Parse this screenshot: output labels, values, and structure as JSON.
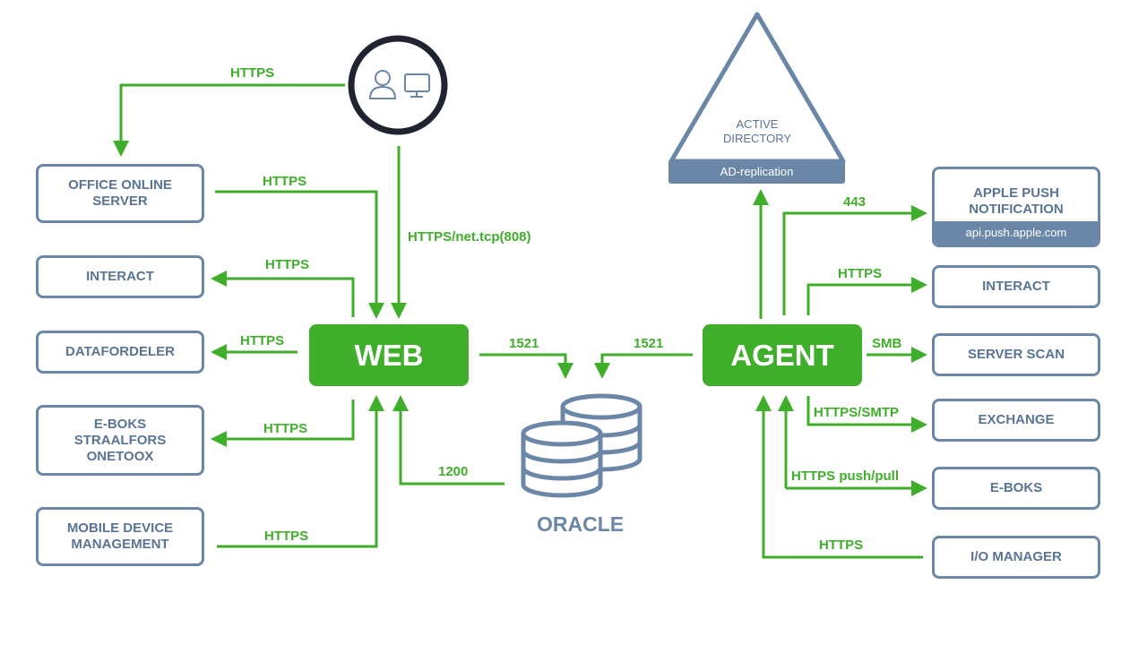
{
  "colors": {
    "accent_green": "#3fae2a",
    "box_blue": "#6b87a8",
    "text_blue": "#5a7494"
  },
  "client": {
    "person_icon": "person-icon",
    "monitor_icon": "monitor-icon"
  },
  "nodes": {
    "web": "WEB",
    "agent": "AGENT",
    "oracle": "ORACLE"
  },
  "active_directory": {
    "title": "ACTIVE\nDIRECTORY",
    "bar": "AD-replication"
  },
  "left_boxes": {
    "office_online": "OFFICE ONLINE\nSERVER",
    "interact": "INTERACT",
    "datafordeler": "DATAFORDELER",
    "eboks": "E-BOKS\nSTRAALFORS\nONETOOX",
    "mdm": "MOBILE DEVICE\nMANAGEMENT"
  },
  "right_boxes": {
    "apple_push": "APPLE PUSH\nNOTIFICATION",
    "apple_push_bar": "api.push.apple.com",
    "interact": "INTERACT",
    "server_scan": "SERVER SCAN",
    "exchange": "EXCHANGE",
    "eboks": "E-BOKS",
    "io_manager": "I/O MANAGER"
  },
  "labels": {
    "client_to_office": "HTTPS",
    "office_to_web": "HTTPS",
    "client_to_web": "HTTPS/net.tcp(808)",
    "web_to_interact": "HTTPS",
    "web_to_datafordeler": "HTTPS",
    "web_to_eboks": "HTTPS",
    "mdm_to_web": "HTTPS",
    "oracle_to_web": "1200",
    "web_to_oracle": "1521",
    "agent_to_oracle": "1521",
    "agent_to_apple": "443",
    "agent_to_interact": "HTTPS",
    "agent_to_serverscan": "SMB",
    "agent_to_exchange": "HTTPS/SMTP",
    "agent_to_eboks": "HTTPS push/pull",
    "io_to_agent": "HTTPS"
  }
}
